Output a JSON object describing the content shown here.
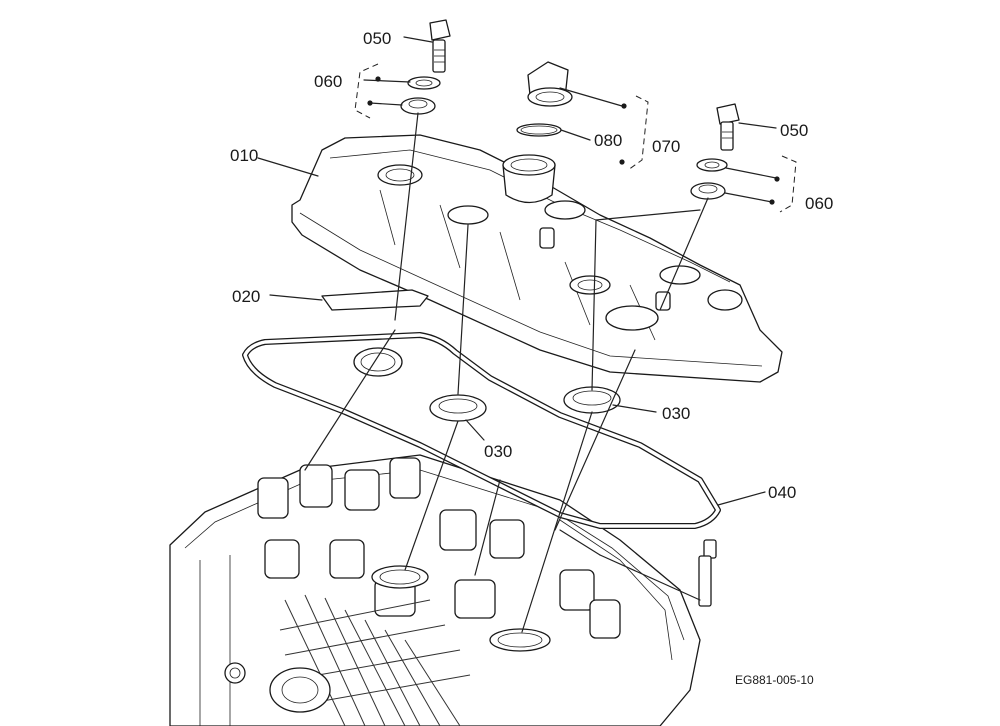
{
  "callouts": {
    "p050_top": "050",
    "p060_left": "060",
    "p010": "010",
    "p020": "020",
    "p080": "080",
    "p070": "070",
    "p050_right": "050",
    "p060_right": "060",
    "p030_right": "030",
    "p030_left": "030",
    "p040": "040"
  },
  "drawing_code": "EG881-005-10"
}
